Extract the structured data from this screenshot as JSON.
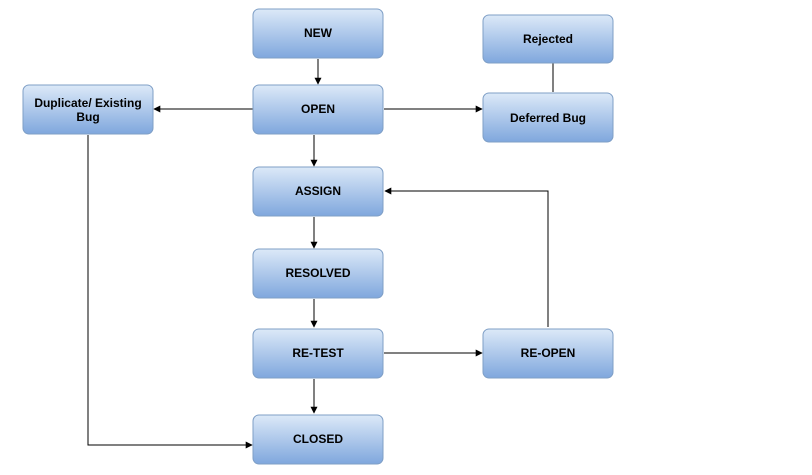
{
  "diagram": {
    "nodes": {
      "new": "NEW",
      "open": "OPEN",
      "assign": "ASSIGN",
      "resolved": "RESOLVED",
      "retest": "RE-TEST",
      "closed": "CLOSED",
      "rejected": "Rejected",
      "deferred": "Deferred Bug",
      "reopen": "RE-OPEN",
      "duplicate_line1": "Duplicate/ Existing",
      "duplicate_line2": "Bug"
    },
    "edges": [
      {
        "from": "new",
        "to": "open"
      },
      {
        "from": "open",
        "to": "duplicate"
      },
      {
        "from": "open",
        "to": "deferred"
      },
      {
        "from": "deferred",
        "to": "rejected"
      },
      {
        "from": "open",
        "to": "assign"
      },
      {
        "from": "assign",
        "to": "resolved"
      },
      {
        "from": "resolved",
        "to": "retest"
      },
      {
        "from": "retest",
        "to": "reopen"
      },
      {
        "from": "reopen",
        "to": "assign"
      },
      {
        "from": "retest",
        "to": "closed"
      },
      {
        "from": "duplicate",
        "to": "closed"
      }
    ],
    "colors": {
      "node_top": "#dce9f8",
      "node_bottom": "#7fa7dd",
      "node_border": "#7f9fc6",
      "edge": "#000000"
    }
  }
}
